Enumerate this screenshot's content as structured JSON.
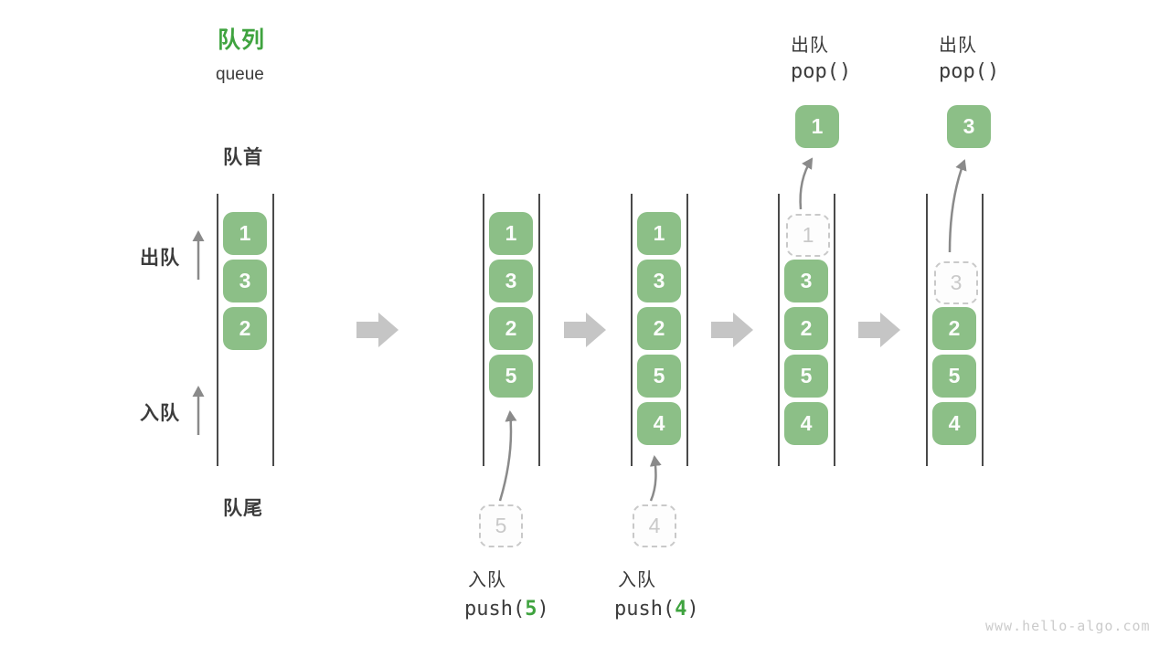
{
  "header": {
    "title_zh": "队列",
    "title_en": "queue"
  },
  "labels": {
    "front": "队首",
    "rear": "队尾",
    "dequeue": "出队",
    "enqueue": "入队"
  },
  "watermark": "www.hello-algo.com",
  "colors": {
    "item_green": "#8CBF87",
    "accent_green": "#3FA33F",
    "text_dark": "#3C3C3C",
    "wall_gray": "#4A4A4A",
    "thin_arrow_gray": "#8A8A8A",
    "block_arrow_gray": "#C5C5C5",
    "dashed_gray": "#C9C9C9",
    "watermark_gray": "#CBCBCB"
  },
  "columns": [
    {
      "slots": [
        {
          "v": "1",
          "state": "solid"
        },
        {
          "v": "3",
          "state": "solid"
        },
        {
          "v": "2",
          "state": "solid"
        }
      ]
    },
    {
      "slots": [
        {
          "v": "1",
          "state": "solid"
        },
        {
          "v": "3",
          "state": "solid"
        },
        {
          "v": "2",
          "state": "solid"
        },
        {
          "v": "5",
          "state": "solid"
        }
      ],
      "pending": "5",
      "op_label": "入队",
      "op_code_prefix": "push(",
      "op_arg": "5",
      "op_code_suffix": ")"
    },
    {
      "slots": [
        {
          "v": "1",
          "state": "solid"
        },
        {
          "v": "3",
          "state": "solid"
        },
        {
          "v": "2",
          "state": "solid"
        },
        {
          "v": "5",
          "state": "solid"
        },
        {
          "v": "4",
          "state": "solid"
        }
      ],
      "pending": "4",
      "op_label": "入队",
      "op_code_prefix": "push(",
      "op_arg": "4",
      "op_code_suffix": ")"
    },
    {
      "slots": [
        {
          "v": "1",
          "state": "dashed"
        },
        {
          "v": "3",
          "state": "solid"
        },
        {
          "v": "2",
          "state": "solid"
        },
        {
          "v": "5",
          "state": "solid"
        },
        {
          "v": "4",
          "state": "solid"
        }
      ],
      "popped": "1",
      "op_label": "出队",
      "op_code": "pop()"
    },
    {
      "slots": [
        {
          "v": "3",
          "state": "dashed"
        },
        {
          "v": "2",
          "state": "solid"
        },
        {
          "v": "5",
          "state": "solid"
        },
        {
          "v": "4",
          "state": "solid"
        }
      ],
      "popped": "3",
      "op_label": "出队",
      "op_code": "pop()"
    }
  ]
}
